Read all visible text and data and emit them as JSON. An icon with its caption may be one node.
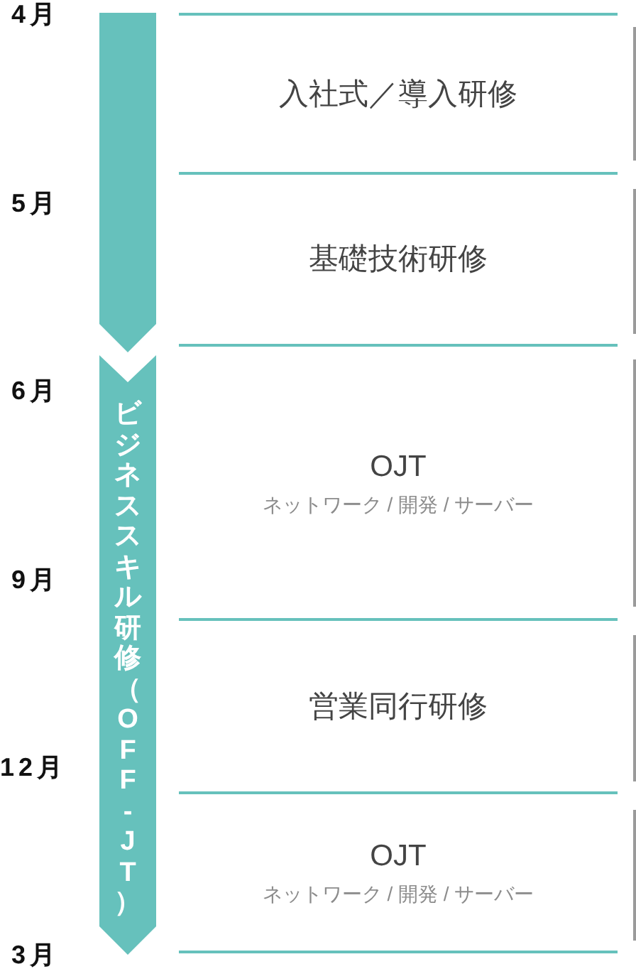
{
  "diagram": {
    "nodes": [
      {
        "text": [],
        "shape": "arrow"
      },
      {
        "text": [
          "ビジネススキル研修（OFF-JT）"
        ]
      },
      {
        "text": [
          "入社式／導入研修"
        ]
      },
      {
        "text": [
          "基礎技術研修"
        ]
      },
      {
        "text": [
          "OJT",
          "ネットワーク / 開発 / サーバー"
        ]
      },
      {
        "text": [
          "営業同行研修"
        ]
      },
      {
        "text": [
          "OJT",
          "ネットワーク / 開発 / サーバー"
        ]
      }
    ],
    "labels": [
      "4月",
      "5月",
      "6月",
      "9月",
      "12月",
      "3月"
    ]
  }
}
